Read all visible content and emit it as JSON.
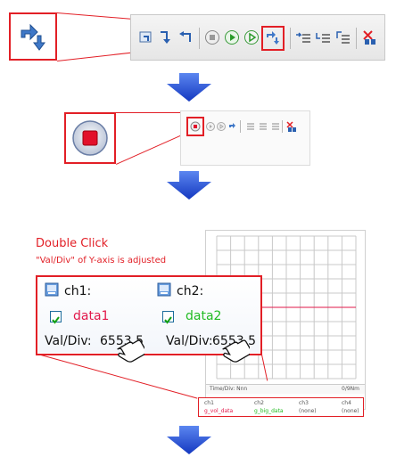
{
  "annotation": {
    "title": "Double Click",
    "subtitle": "\"Val/Div\" of Y-axis is adjusted"
  },
  "channels": [
    {
      "label": "ch1:",
      "data_label": "data1",
      "data_color": "#e2184a",
      "val_label": "Val/Div:",
      "val_value": "6553.5",
      "checked": true
    },
    {
      "label": "ch2:",
      "data_label": "data2",
      "data_color": "#22bb22",
      "val_label": "Val/Div:",
      "val_value": "6553.5",
      "checked": true
    }
  ],
  "graph_footer": {
    "time_div": "Time/Div: Nnn",
    "right_label": "0/9Nm",
    "columns": [
      "ch1",
      "ch2",
      "ch3",
      "ch4"
    ],
    "entries": [
      "g_vol_data",
      "g_big_data",
      "(none)",
      "(none)"
    ]
  },
  "colors": {
    "highlight": "#e21f26",
    "arrow": "#1a4fd6",
    "grid": "#c8c8c8",
    "trace": "#e2184a"
  }
}
